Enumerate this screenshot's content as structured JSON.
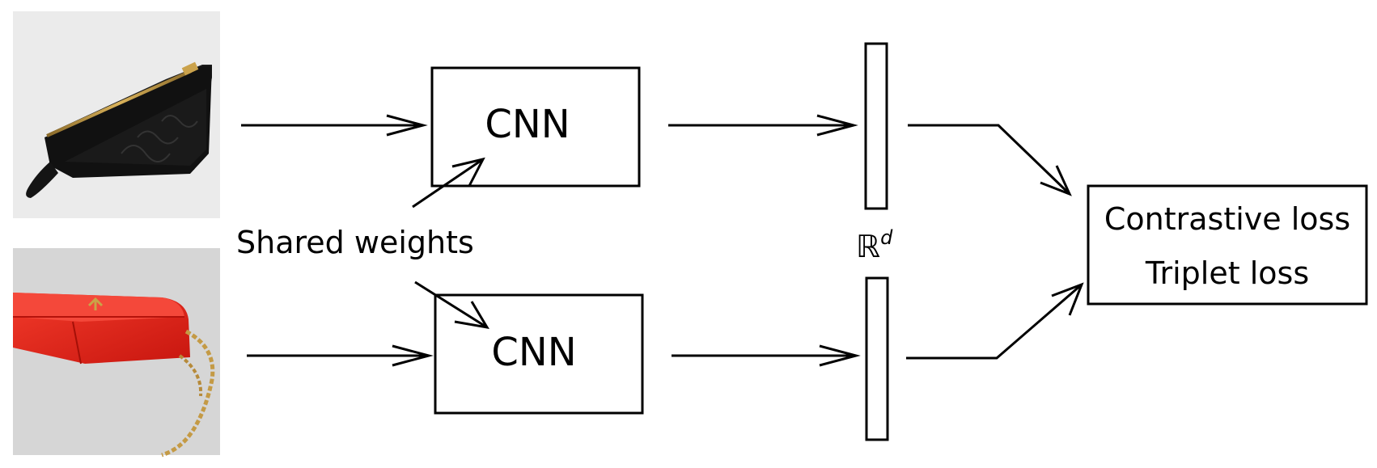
{
  "network_top": {
    "label": "CNN"
  },
  "network_bottom": {
    "label": "CNN"
  },
  "shared_label": "Shared weights",
  "embedding_space": {
    "symbol": "ℝ",
    "superscript": "d"
  },
  "loss_box": {
    "line1": "Contrastive loss",
    "line2": "Triplet loss"
  },
  "images": {
    "top": {
      "subject": "black embossed leather clutch with gold zipper",
      "bg": "#ebebeb"
    },
    "bottom": {
      "subject": "red leather shoulder bag with gold chain strap",
      "bg": "#d6d6d6",
      "accent": "#e8231b"
    }
  }
}
